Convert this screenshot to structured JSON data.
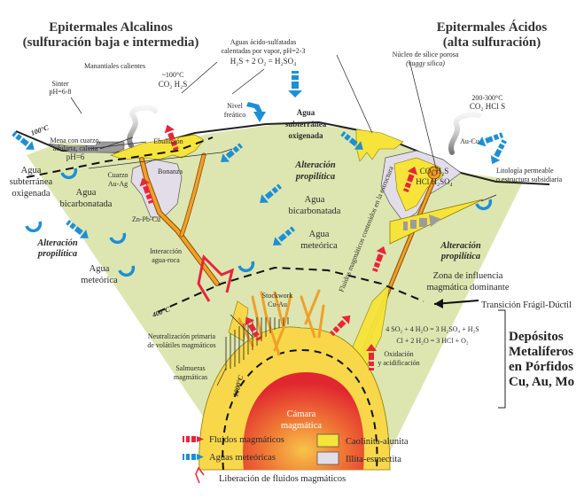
{
  "titles": {
    "left_line1": "Epitermales Alcalinos",
    "left_line2": "(sulfuración baja e intermedia)",
    "right_line1": "Epitermales Ácidos",
    "right_line2": "(alta sulfuración)"
  },
  "surface": {
    "manantiales": "Manantiales calientes",
    "sinter": "Sinter",
    "sinter_ph": "pH=6-8",
    "vent_left_temp": "~100°C",
    "vent_left_gas": "CO₂ H₂S",
    "acid_waters_l1": "Aguas ácido-sulfatadas",
    "acid_waters_l2": "calentadas por vapor, pH=2-3",
    "acid_waters_l3": "H₂S + 2 O₂ = H₂SO₄",
    "vuggy_l1": "Núcleo de sílice porosa",
    "vuggy_l2": "(vuggy silica)",
    "vent_right_temp": "200-300°C",
    "vent_right_gas": "CO₂ HCl S",
    "nivel_freatico_l1": "Nivel",
    "nivel_freatico_l2": "freático"
  },
  "left": {
    "temp_100": "100°C",
    "mena_l1": "Mena con cuarzo,",
    "mena_l2": "adularia, calcita",
    "mena_l3": "pH=6",
    "ebullicion": "Ebullición",
    "bonanza": "Bonanza",
    "agua_sub_l1": "Agua",
    "agua_sub_l2": "subterránea",
    "agua_sub_l3": "oxigenada",
    "cuarzo_l1": "Cuarzo",
    "cuarzo_l2": "Au-Ag",
    "agua_bic_l1": "Agua",
    "agua_bic_l2": "bicarbonatada",
    "znpbcu": "Zn-Pb-Cu",
    "alter_l1": "Alteración",
    "alter_l2": "propilítica",
    "agua_met_l1": "Agua",
    "agua_met_l2": "meteórica",
    "interaccion_l1": "Interacción",
    "interaccion_l2": "agua-roca",
    "temp_400": "400°C"
  },
  "center": {
    "agua_sub_l1": "Agua",
    "agua_sub_l2": "subterránea",
    "agua_sub_l3": "oxigenada",
    "alter_l1": "Alteración",
    "alter_l2": "propilítica",
    "agua_bic_l1": "Agua",
    "agua_bic_l2": "bicarbonatada",
    "agua_met_l1": "Agua",
    "agua_met_l2": "meteórica",
    "fault_label": "Fluidos magmáticos contenidos en la estructura",
    "stockwork_l1": "Stockwork",
    "stockwork_l2": "Cu-Au",
    "neutral_l1": "Neutralización primaria",
    "neutral_l2": "de volátiles magmáticos",
    "salmueras_l1": "Salmueras",
    "salmueras_l2": "magmáticas",
    "temp_1000": "1000°C",
    "camara_l1": "Cámara",
    "camara_l2": "magmática"
  },
  "right": {
    "aucu": "Au-Cu",
    "gas_l1": "CO₂ H₂S",
    "gas_l2": "HCl H₂SO₄",
    "litologia_l1": "Litología permeable",
    "litologia_l2": "o estructura subsidiaria",
    "alter_l1": "Alteración",
    "alter_l2": "propilítica",
    "zona_l1": "Zona de influencia",
    "zona_l2": "magmática dominante",
    "transicion": "Transición Frágil-Dúctil",
    "eq1": "4 SO₂ + 4 H₂O = 3 H₂SO₄ + H₂S",
    "eq2": "Cl + 2 H₂O = 3 HCl + O₂",
    "oxid_l1": "Oxidación",
    "oxid_l2": "y acidificación",
    "deposit_l1": "Depósitos",
    "deposit_l2": "Metalíferos",
    "deposit_l3": "en Pórfidos",
    "deposit_l4": "Cu, Au, Mo"
  },
  "legend": {
    "fluidos": "Fluidos magmáticos",
    "aguas": "Aguas meteóricas",
    "liberacion": "Liberación de fluidos magmáticos",
    "caolinita": "Caolinita-alunita",
    "illita": "Illita-esmectita"
  },
  "colors": {
    "ground": "#dde6b0",
    "caolinita": "#f7e43a",
    "illita": "#e2dde8",
    "vein": "#f0a02a",
    "magmatic": "#e8253b",
    "meteoric": "#1d8fd6",
    "magma_core": "#e53a2a",
    "magma_halo": "#f8d84a"
  }
}
